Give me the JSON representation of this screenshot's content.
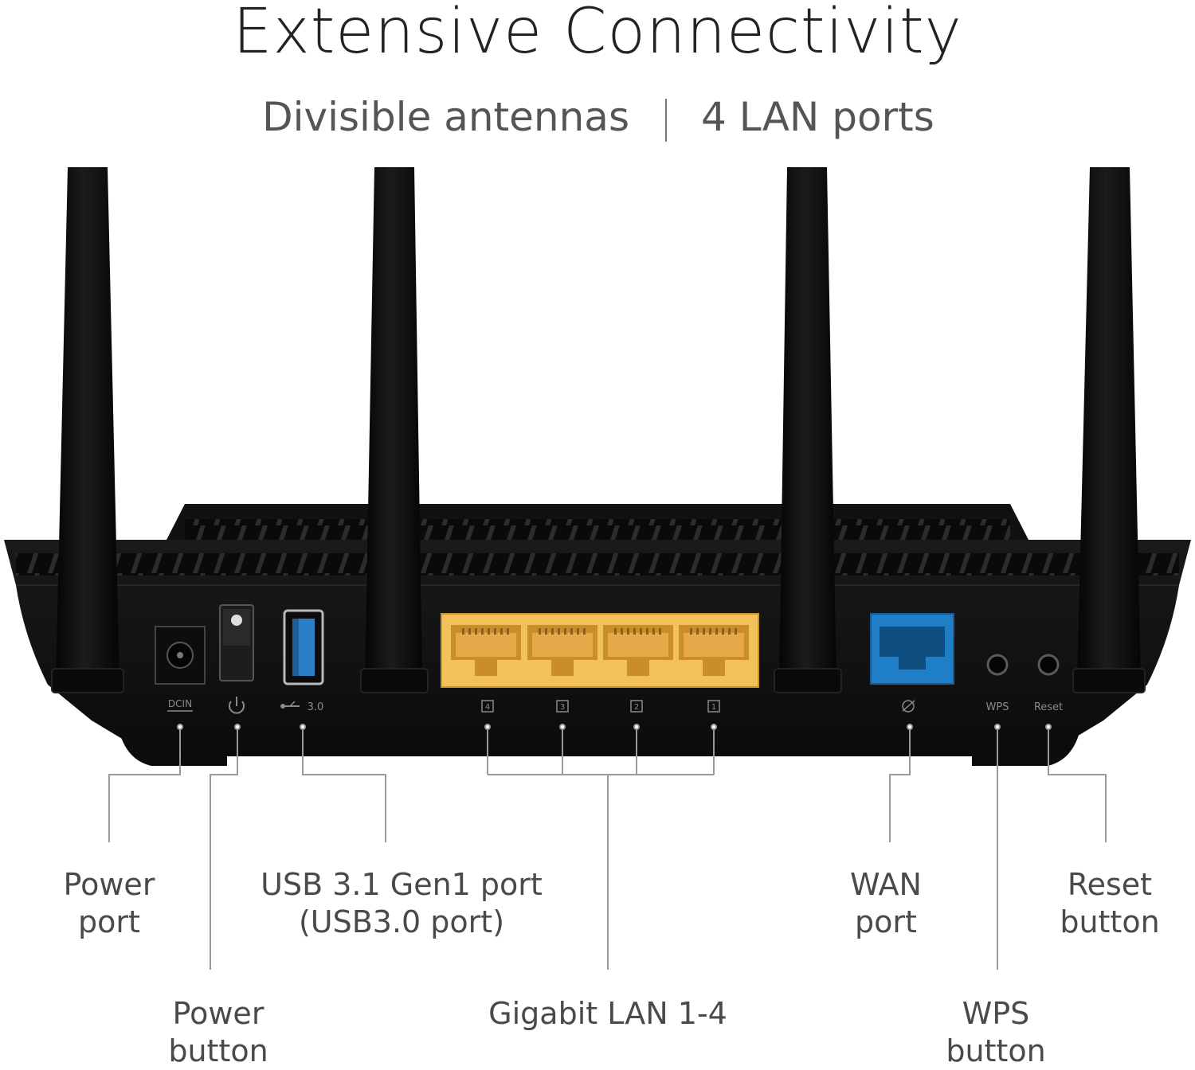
{
  "header": {
    "title": "Extensive Connectivity",
    "subtitle_left": "Divisible antennas",
    "subtitle_right": "4 LAN ports"
  },
  "device_marks": {
    "dcin": "DCIN",
    "usb": "3.0",
    "lan_numbers": [
      "4",
      "3",
      "2",
      "1"
    ],
    "wps": "WPS",
    "reset": "Reset"
  },
  "callouts": {
    "power_port": [
      "Power",
      "port"
    ],
    "power_button": [
      "Power",
      "button"
    ],
    "usb_port": [
      "USB 3.1 Gen1 port",
      "(USB3.0 port)"
    ],
    "lan": [
      "Gigabit LAN 1-4"
    ],
    "wan_port": [
      "WAN",
      "port"
    ],
    "wps_button": [
      "WPS",
      "button"
    ],
    "reset_button": [
      "Reset",
      "button"
    ]
  },
  "colors": {
    "router_body": "#121212",
    "lan_ports": "#f2c15a",
    "wan_port": "#1e7fc6",
    "usb_insert": "#2b7fc4",
    "leader_lines": "#9a9a9a"
  }
}
